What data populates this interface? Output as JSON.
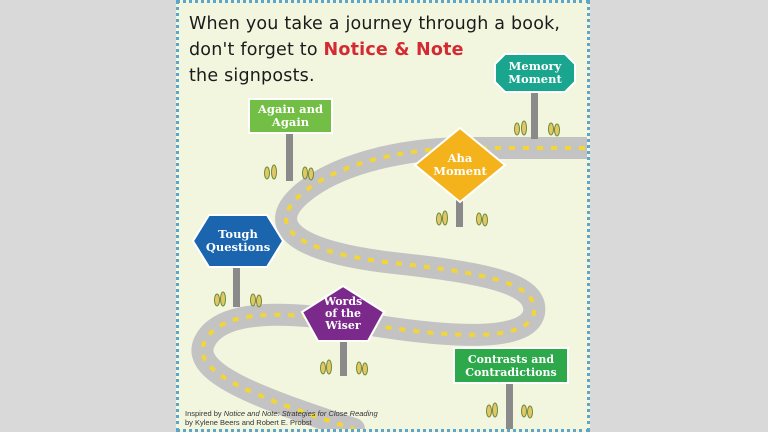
{
  "headline": {
    "line1": "When you take a journey through a book,",
    "line2_prefix": "don't forget to ",
    "line2_accent": "Notice & Note",
    "line3": "the signposts."
  },
  "signposts": {
    "memory_moment": {
      "line1": "Memory",
      "line2": "Moment",
      "color": "#1aa58f",
      "shape": "octagon"
    },
    "again_and_again": {
      "line1": "Again and",
      "line2": "Again",
      "color": "#73be44",
      "shape": "rectangle"
    },
    "aha_moment": {
      "line1": "Aha",
      "line2": "Moment",
      "color": "#f4b31b",
      "shape": "diamond"
    },
    "tough_questions": {
      "line1": "Tough",
      "line2": "Questions",
      "color": "#1b64ae",
      "shape": "hexagon"
    },
    "words_of_the_wiser": {
      "line1": "Words",
      "line2": "of the",
      "line3": "Wiser",
      "color": "#7b2a8b",
      "shape": "pentagon"
    },
    "contrasts_and_contradictions": {
      "line1": "Contrasts and",
      "line2": "Contradictions",
      "color": "#2da84b",
      "shape": "rectangle"
    }
  },
  "credit": {
    "prefix": "Inspired by ",
    "title": "Notice and Note: Strategies for Close Reading",
    "authors": "by Kylene Beers and Robert E. Probst"
  },
  "colors": {
    "road": "#c3c3c3",
    "road_dash": "#f3d634",
    "post": "#8a8a8a",
    "background": "#f2f6df",
    "border": "#5ba6c9"
  }
}
